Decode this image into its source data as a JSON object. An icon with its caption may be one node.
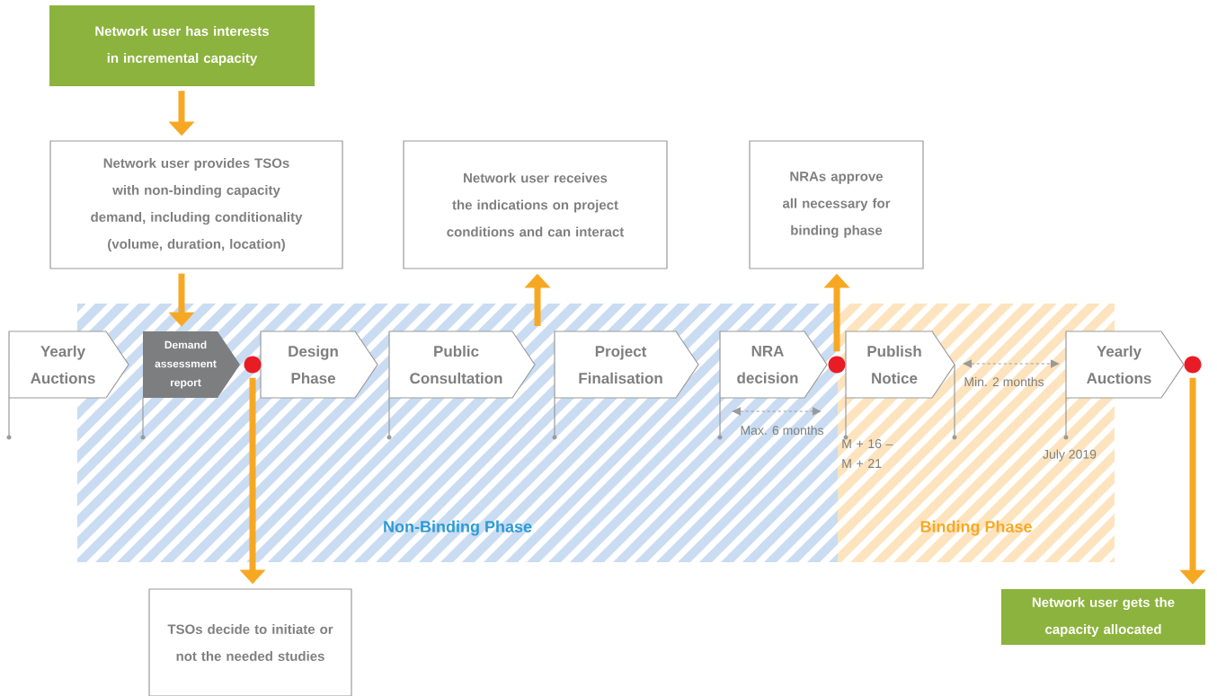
{
  "diagram": {
    "nodes": [
      {
        "text": [
          "Network user has interests in incremental capacity"
        ]
      },
      {
        "text": [
          "Network user provides TSOs with non-binding capacity demand, including conditionality (volume, duration, location)"
        ]
      },
      {
        "text": [
          "Network user receives the indications on project conditions and can interact"
        ]
      },
      {
        "text": [
          "NRAs approve all necessary for binding phase"
        ]
      },
      {
        "text": [
          "Non-Binding Phase"
        ]
      },
      {
        "text": [
          "Binding Phase"
        ]
      },
      {
        "text": [
          "Yearly Auctions"
        ]
      },
      {
        "text": [
          "Demand assessment report"
        ],
        "in": 4
      },
      {
        "text": [
          "Design Phase"
        ],
        "in": 4
      },
      {
        "text": [
          "Public Consultation"
        ],
        "in": 4
      },
      {
        "text": [
          "Project Finalisation"
        ],
        "in": 4
      },
      {
        "text": [
          "NRA decision"
        ],
        "in": 4
      },
      {
        "text": [
          "Publish Notice"
        ],
        "in": 5
      },
      {
        "text": [
          "Yearly Auctions"
        ]
      },
      {
        "text": [
          "TSOs decide to initiate or not the needed studies"
        ]
      },
      {
        "text": [
          "Network user gets the capacity allocated"
        ]
      },
      {
        "text": [],
        "shape": "circle",
        "in": 4
      },
      {
        "text": [],
        "shape": "circle"
      },
      {
        "text": [],
        "shape": "circle"
      }
    ],
    "edges": [
      {
        "from": 0,
        "to": 1,
        "arrow": "to"
      },
      {
        "from": 1,
        "to": 7,
        "arrow": "to"
      },
      {
        "from": 16,
        "to": 14,
        "arrow": "to"
      },
      {
        "from": null,
        "to": 2,
        "arrow": "to"
      },
      {
        "from": 17,
        "to": 3,
        "arrow": "to"
      },
      {
        "from": 18,
        "to": 15,
        "arrow": "to"
      }
    ],
    "labels": [
      "Max. 6 months",
      "Min. 2 months",
      "M + 16 – M + 21",
      "July 2019"
    ]
  }
}
